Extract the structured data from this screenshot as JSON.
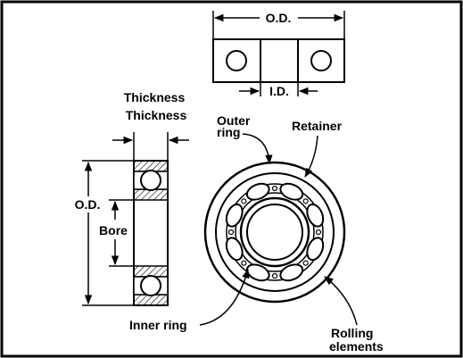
{
  "labels": {
    "top_od": "O.D.",
    "top_id": "I.D.",
    "thickness_1": "Thickness",
    "thickness_2": "Thickness",
    "side_od": "O.D.",
    "bore": "Bore",
    "outer_ring_1": "Outer",
    "outer_ring_2": "ring",
    "retainer": "Retainer",
    "inner_ring": "Inner ring",
    "rolling_1": "Rolling",
    "rolling_2": "elements"
  },
  "colors": {
    "line": "#000000",
    "background": "#ffffff"
  }
}
